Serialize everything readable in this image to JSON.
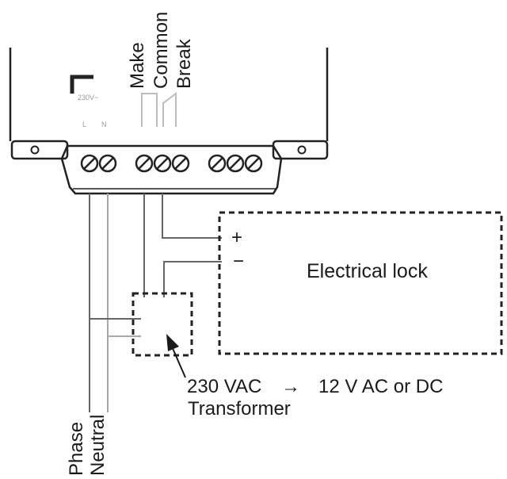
{
  "relay": {
    "voltage_mark": "230V~",
    "terminal_marks": [
      "L",
      "N"
    ],
    "contacts": [
      "Make",
      "Common",
      "Break"
    ]
  },
  "lock": {
    "label": "Electrical lock",
    "plus": "+",
    "minus": "−"
  },
  "transformer": {
    "spec_from": "230 VAC",
    "arrow": "→",
    "spec_to": "12 V AC or DC",
    "label": "Transformer"
  },
  "wires": {
    "phase": "Phase",
    "neutral": "Neutral"
  },
  "colors": {
    "line": "#1a1a1a",
    "wire": "#666666",
    "wire_light": "#a8a8a8"
  }
}
